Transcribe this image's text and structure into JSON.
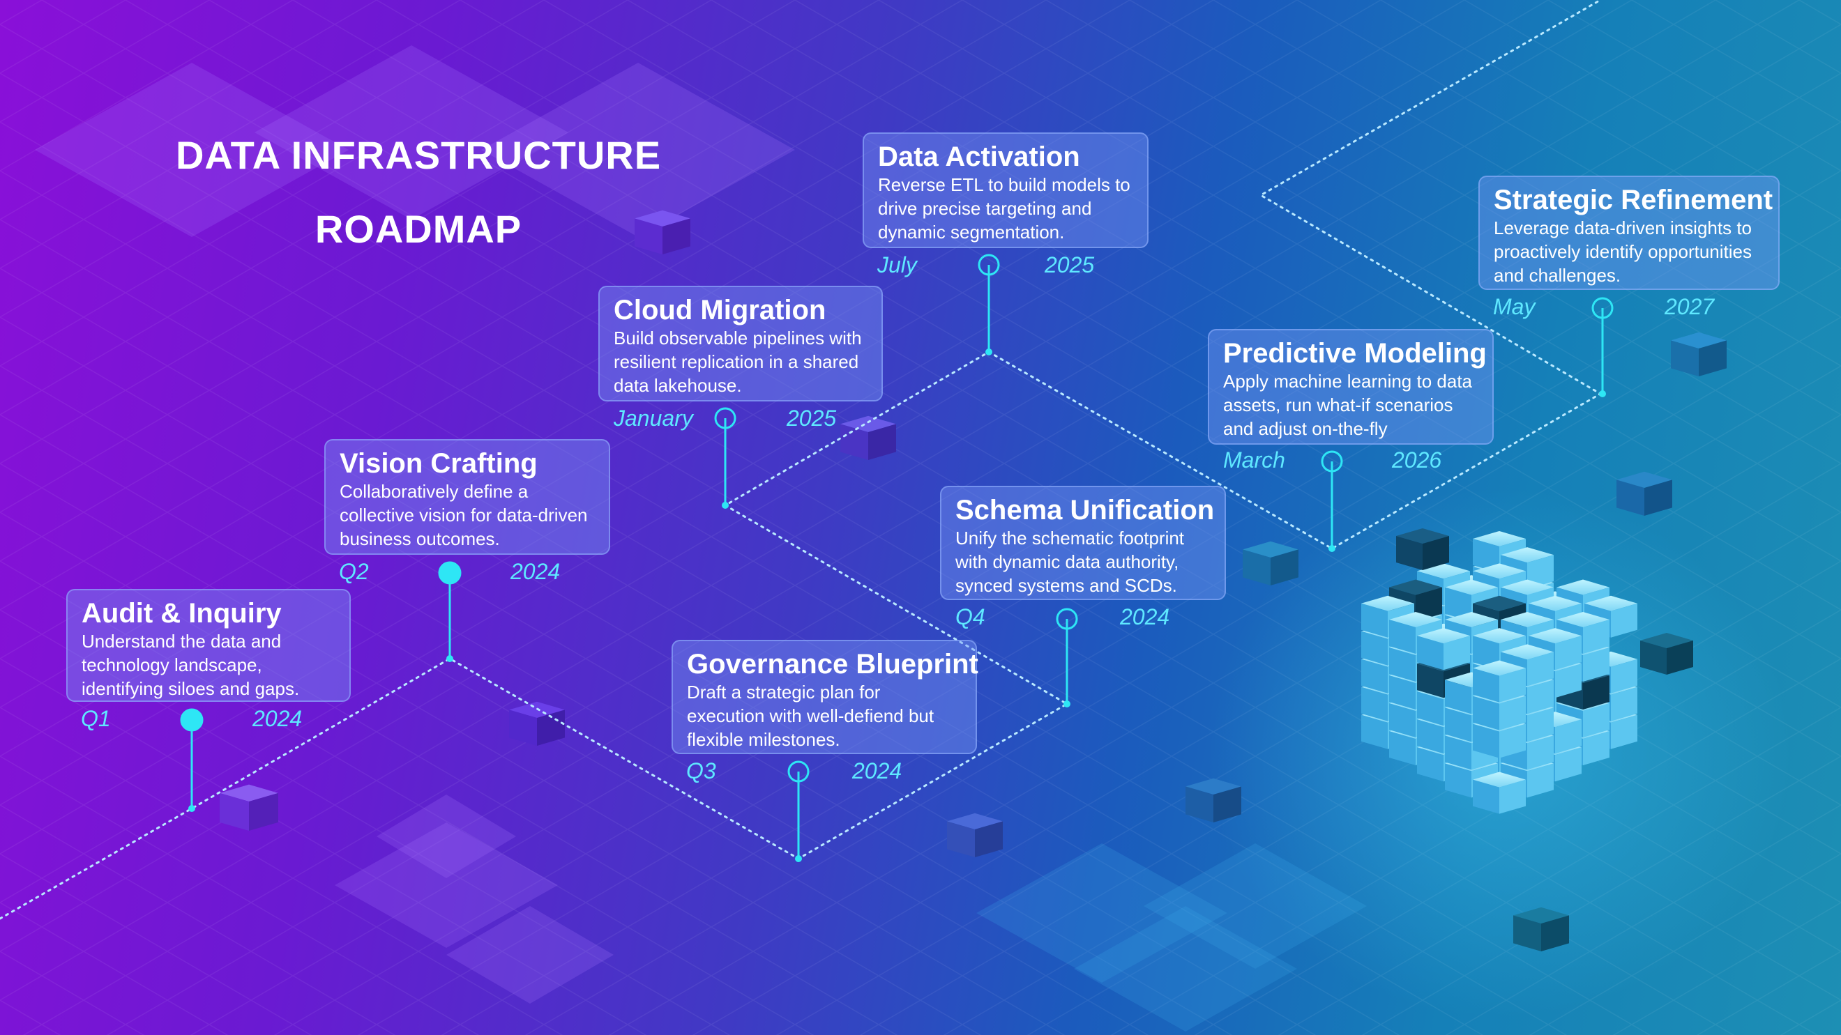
{
  "title": {
    "line1": "DATA INFRASTRUCTURE",
    "line2": "ROADMAP"
  },
  "colors": {
    "accent": "#2ee6f5",
    "label": "#5fe8ff",
    "card_bg": "#7896f5"
  },
  "milestones": [
    {
      "title": "Audit & Inquiry",
      "description": "Understand the data and technology landscape, identifying siloes and gaps.",
      "period": "Q1",
      "year": "2024",
      "marker": "filled"
    },
    {
      "title": "Vision Crafting",
      "description": "Collaboratively define a collective vision for data-driven business outcomes.",
      "period": "Q2",
      "year": "2024",
      "marker": "filled"
    },
    {
      "title": "Governance Blueprint",
      "description": "Draft a strategic plan for execution with well-defiend but flexible milestones.",
      "period": "Q3",
      "year": "2024",
      "marker": "hollow"
    },
    {
      "title": "Cloud Migration",
      "description": "Build observable pipelines with resilient replication in a shared data lakehouse.",
      "period": "January",
      "year": "2025",
      "marker": "hollow"
    },
    {
      "title": "Data Activation",
      "description": "Reverse ETL to build models to drive precise targeting and dynamic segmentation.",
      "period": "July",
      "year": "2025",
      "marker": "hollow"
    },
    {
      "title": "Schema Unification",
      "description": "Unify the schematic footprint with dynamic data authority, synced systems and SCDs.",
      "period": "Q4",
      "year": "2024",
      "marker": "hollow"
    },
    {
      "title": "Predictive Modeling",
      "description": "Apply machine learning to data assets, run what-if scenarios and adjust on-the-fly",
      "period": "March",
      "year": "2026",
      "marker": "hollow"
    },
    {
      "title": "Strategic Refinement",
      "description": "Leverage data-driven insights to proactively identify opportunities and challenges.",
      "period": "May",
      "year": "2027",
      "marker": "hollow"
    }
  ]
}
